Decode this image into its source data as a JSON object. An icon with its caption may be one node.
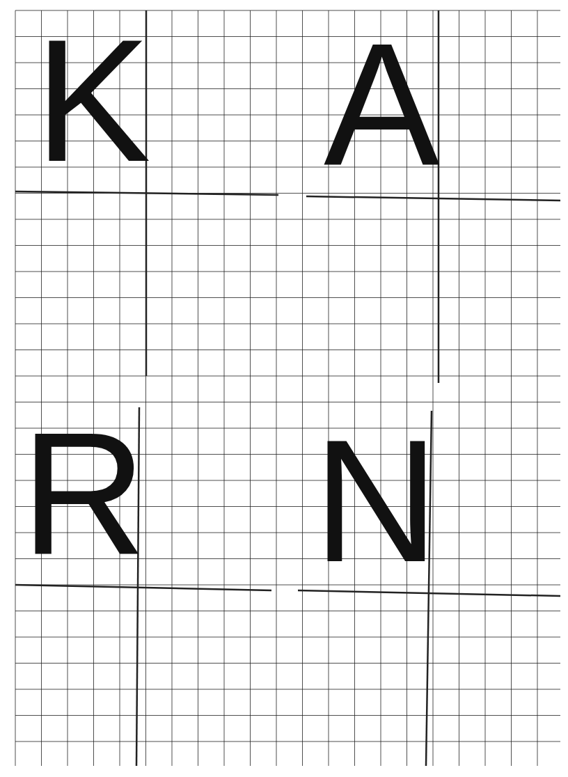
{
  "diagram": {
    "labels": [
      "K",
      "A",
      "R",
      "N"
    ]
  }
}
